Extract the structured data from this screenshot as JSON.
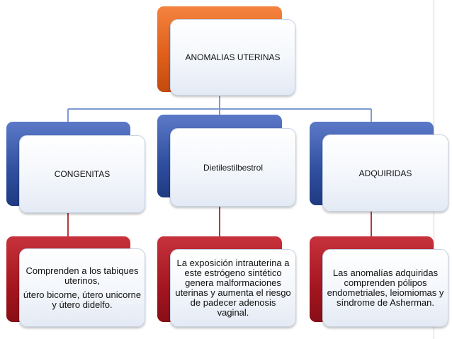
{
  "root": {
    "label": "ANOMALIAS UTERINAS"
  },
  "branches": [
    {
      "title": "CONGENITAS",
      "detail": [
        "Comprenden a los tabiques uterinos,",
        "útero bicorne, útero unicorne y útero didelfo."
      ]
    },
    {
      "title": "Dietilestilbestrol",
      "detail": [
        "La exposición intrauterina a este estrógeno sintético genera malformaciones uterinas y aumenta el riesgo de padecer adenosis vaginal."
      ]
    },
    {
      "title": "ADQUIRIDAS",
      "detail": [
        "Las anomalías adquiridas comprenden pólipos endometriales, leiomiomas y síndrome de Asherman."
      ]
    }
  ],
  "colors": {
    "root_back": "#e0601b",
    "title_back": "#2f4e9e",
    "detail_back": "#a4161f",
    "connector": "#7f9bd0",
    "connector_red": "#b33a3a"
  }
}
